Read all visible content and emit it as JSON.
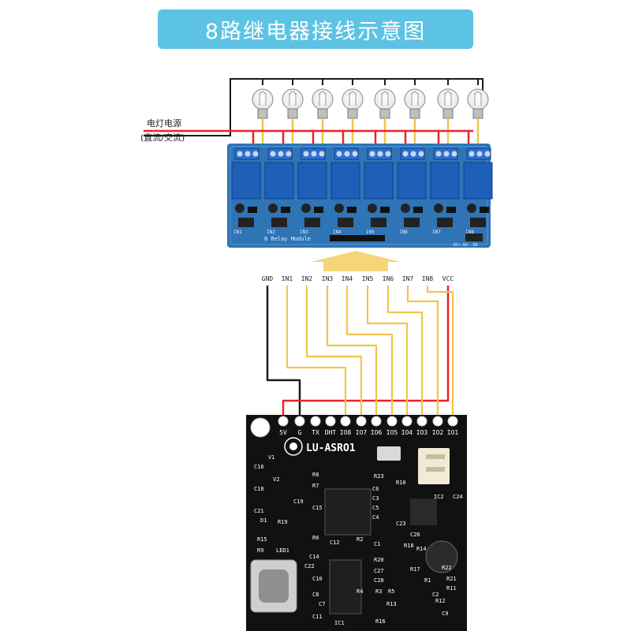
{
  "title": "8路继电器接线示意图",
  "power_label": {
    "line1": "电灯电源",
    "line2": "(直流/交流)"
  },
  "relay_board": {
    "name": "8 Relay Module",
    "in_labels": [
      "IN1",
      "IN2",
      "IN3",
      "IN4",
      "IN5",
      "IN6",
      "IN7",
      "IN8"
    ],
    "corner_label": "DC+ DC- IN"
  },
  "connector_labels": [
    "GND",
    "IN1",
    "IN2",
    "IN3",
    "IN4",
    "IN5",
    "IN6",
    "IN7",
    "IN8",
    "VCC"
  ],
  "controller": {
    "name": "LU-ASRO1",
    "pin_labels": [
      "5V",
      "G",
      "TX",
      "DHT",
      "IO8",
      "IO7",
      "IO6",
      "IO5",
      "IO4",
      "IO3",
      "IO2",
      "IO1"
    ],
    "components": [
      {
        "label": "V1"
      },
      {
        "label": "C16"
      },
      {
        "label": "V2"
      },
      {
        "label": "R8"
      },
      {
        "label": "C18"
      },
      {
        "label": "R7"
      },
      {
        "label": "C19"
      },
      {
        "label": "C21"
      },
      {
        "label": "D1"
      },
      {
        "label": "R19"
      },
      {
        "label": "C15"
      },
      {
        "label": "R15"
      },
      {
        "label": "LED1"
      },
      {
        "label": "R9"
      },
      {
        "label": "R6"
      },
      {
        "label": "C22"
      },
      {
        "label": "C14"
      },
      {
        "label": "C12"
      },
      {
        "label": "R2"
      },
      {
        "label": "C1"
      },
      {
        "label": "R23"
      },
      {
        "label": "R10"
      },
      {
        "label": "C6"
      },
      {
        "label": "C3"
      },
      {
        "label": "C5"
      },
      {
        "label": "C4"
      },
      {
        "label": "C23"
      },
      {
        "label": "IC2"
      },
      {
        "label": "C24"
      },
      {
        "label": "C26"
      },
      {
        "label": "R18"
      },
      {
        "label": "R14"
      },
      {
        "label": "R20"
      },
      {
        "label": "C27"
      },
      {
        "label": "C28"
      },
      {
        "label": "R3"
      },
      {
        "label": "R13"
      },
      {
        "label": "R11"
      },
      {
        "label": "C2"
      },
      {
        "label": "R16"
      },
      {
        "label": "IC1"
      },
      {
        "label": "R1"
      },
      {
        "label": "R17"
      },
      {
        "label": "R4"
      },
      {
        "label": "R22"
      },
      {
        "label": "R21"
      },
      {
        "label": "R12"
      },
      {
        "label": "R5"
      },
      {
        "label": "C8"
      },
      {
        "label": "C10"
      },
      {
        "label": "C7"
      },
      {
        "label": "C11"
      },
      {
        "label": "C9"
      }
    ]
  },
  "colors": {
    "banner": "#5cc3e4",
    "wire_red": "#e8232a",
    "wire_black": "#1a1a1a",
    "wire_yellow": "#f0c64a",
    "relay_pcb": "#2f74b5",
    "relay_block": "#1e5fb8",
    "controller_pcb": "#111111",
    "arrow": "#f5d57a"
  }
}
